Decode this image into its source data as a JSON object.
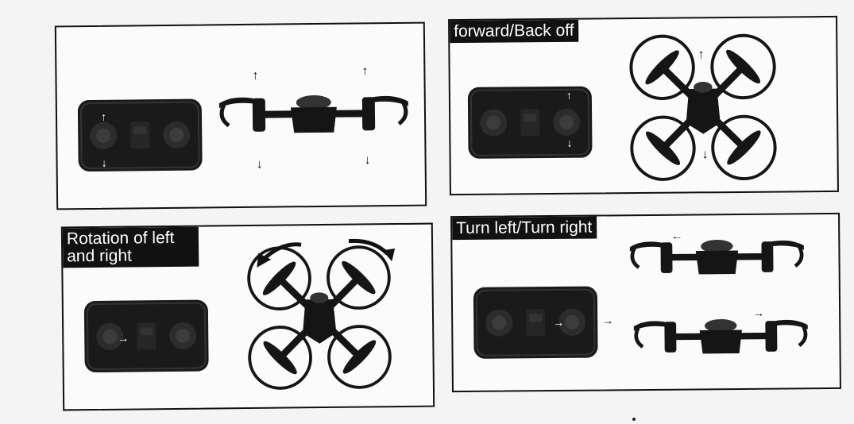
{
  "panels": [
    {
      "id": "p1",
      "caption": ""
    },
    {
      "id": "p2",
      "caption": "forward/Back off"
    },
    {
      "id": "p3",
      "caption": "Rotation of left and right"
    },
    {
      "id": "p4",
      "caption": "Turn left/Turn right"
    }
  ],
  "colors": {
    "ink": "#111111",
    "paper": "#fbfbfb",
    "label_bg": "#111111",
    "label_text": "#ffffff"
  },
  "icons": [
    "remote-controller-icon",
    "drone-side-view-icon",
    "drone-top-view-icon",
    "up-arrow-icon",
    "down-arrow-icon",
    "rotate-arrow-icon",
    "left-arrow-icon",
    "right-arrow-icon"
  ]
}
